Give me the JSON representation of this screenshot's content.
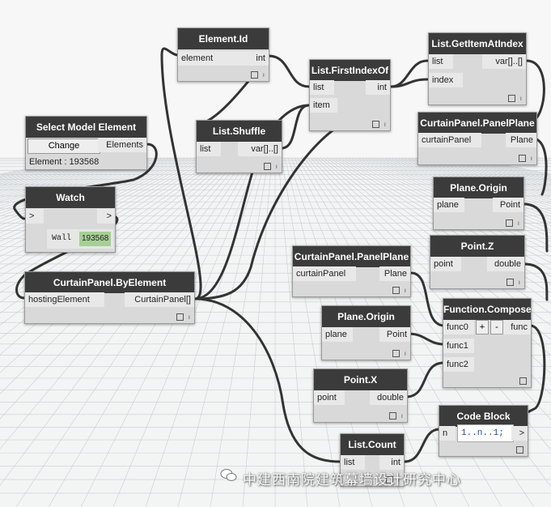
{
  "nodes": {
    "element_id": {
      "title": "Element.Id",
      "in": "element",
      "out": "int"
    },
    "list_shuffle": {
      "title": "List.Shuffle",
      "in": "list",
      "out": "var[]..[]"
    },
    "first_index_of": {
      "title": "List.FirstIndexOf",
      "in1": "list",
      "in2": "item",
      "out": "int"
    },
    "get_item_at_index": {
      "title": "List.GetItemAtIndex",
      "in1": "list",
      "in2": "index",
      "out": "var[]..[]"
    },
    "select_model": {
      "title": "Select Model Element",
      "button": "Change",
      "out": "Elements",
      "status": "Element : 193568"
    },
    "watch": {
      "title": "Watch",
      "in": ">",
      "out": ">",
      "value_label": "Wall",
      "value": "193568"
    },
    "by_element": {
      "title": "CurtainPanel.ByElement",
      "in": "hostingElement",
      "out": "CurtainPanel[]"
    },
    "panel_plane_top": {
      "title": "CurtainPanel.PanelPlane",
      "in": "curtainPanel",
      "out": "Plane"
    },
    "plane_origin_top": {
      "title": "Plane.Origin",
      "in": "plane",
      "out": "Point"
    },
    "point_z": {
      "title": "Point.Z",
      "in": "point",
      "out": "double"
    },
    "panel_plane_mid": {
      "title": "CurtainPanel.PanelPlane",
      "in": "curtainPanel",
      "out": "Plane"
    },
    "function_compose": {
      "title": "Function.Compose",
      "in1": "func0",
      "in2": "func1",
      "in3": "func2",
      "plus": "+",
      "minus": "-",
      "out": "func"
    },
    "plane_origin_mid": {
      "title": "Plane.Origin",
      "in": "plane",
      "out": "Point"
    },
    "point_x": {
      "title": "Point.X",
      "in": "point",
      "out": "double"
    },
    "code_block": {
      "title": "Code Block",
      "in": "n",
      "code": "1..n..1;",
      "out": ">"
    },
    "list_count": {
      "title": "List.Count",
      "in": "list",
      "out": "int"
    }
  },
  "watermark": "中建西南院建筑幕墙设计研究中心"
}
